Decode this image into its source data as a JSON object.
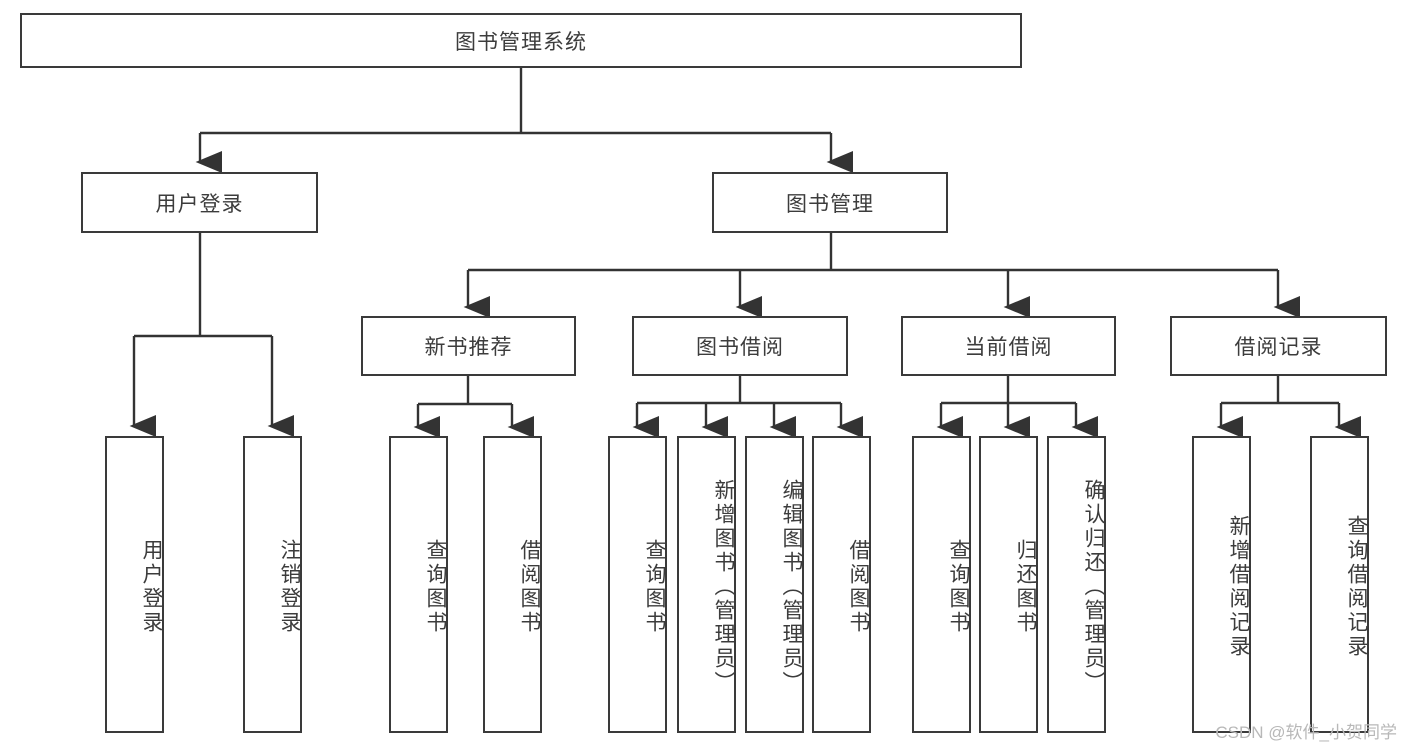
{
  "diagram": {
    "type": "hierarchy-tree",
    "title": "图书管理系统",
    "watermark": "CSDN @软件_小贺同学",
    "colors": {
      "box_border": "#3a3a3a",
      "box_fill": "#ffffff",
      "text": "#3c3c3c",
      "connector": "#333333",
      "watermark": "#b8b8b8",
      "background": "#ffffff"
    },
    "root": {
      "label": "图书管理系统"
    },
    "level2": [
      {
        "label": "用户登录"
      },
      {
        "label": "图书管理"
      }
    ],
    "level3": [
      {
        "label": "新书推荐"
      },
      {
        "label": "图书借阅"
      },
      {
        "label": "当前借阅"
      },
      {
        "label": "借阅记录"
      }
    ],
    "leaves": {
      "user_login": [
        {
          "label": "用户登录"
        },
        {
          "label": "注销登录"
        }
      ],
      "new_book_recommend": [
        {
          "label": "查询图书"
        },
        {
          "label": "借阅图书"
        }
      ],
      "book_borrow": [
        {
          "label": "查询图书"
        },
        {
          "label": "新增图书（管理员）"
        },
        {
          "label": "编辑图书（管理员）"
        },
        {
          "label": "借阅图书"
        }
      ],
      "current_borrow": [
        {
          "label": "查询图书"
        },
        {
          "label": "归还图书"
        },
        {
          "label": "确认归还（管理员）"
        }
      ],
      "borrow_record": [
        {
          "label": "新增借阅记录"
        },
        {
          "label": "查询借阅记录"
        }
      ]
    }
  }
}
